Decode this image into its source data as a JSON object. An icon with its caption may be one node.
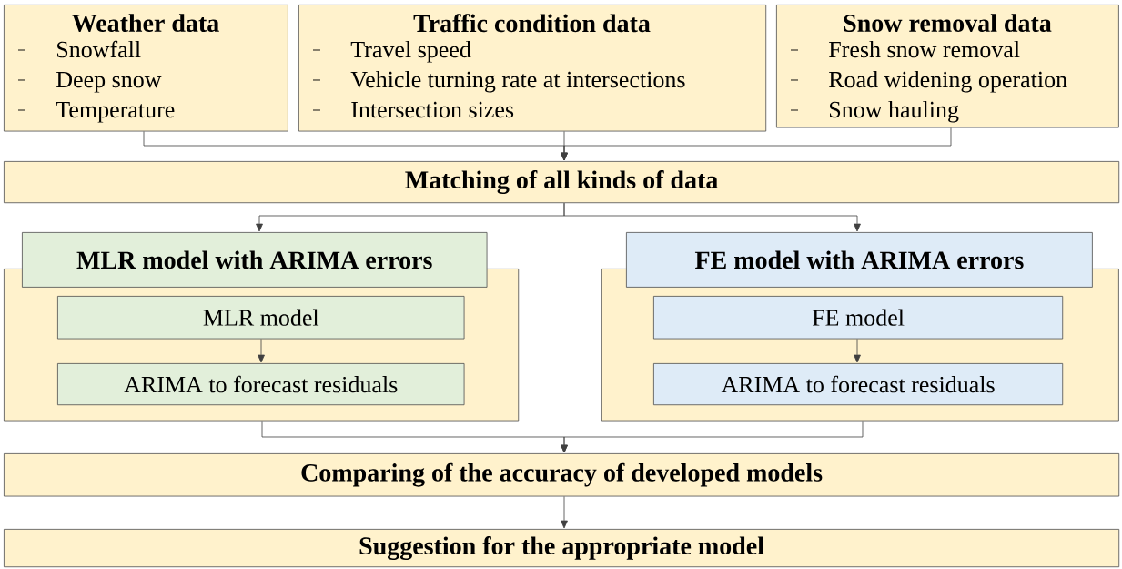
{
  "diagram": {
    "nodes": [
      {
        "text": [
          "Weather data",
          "Snowfall",
          "Deep snow",
          "Temperature"
        ]
      },
      {
        "text": [
          "Traffic condition data",
          "Travel speed",
          "Vehicle turning rate at intersections",
          "Intersection sizes"
        ]
      },
      {
        "text": [
          "Snow removal data",
          "Fresh snow removal",
          "Road widening operation",
          "Snow hauling"
        ]
      },
      {
        "text": [
          "Matching of all kinds of data"
        ]
      },
      {
        "text": [],
        "shape": "box"
      },
      {
        "text": [
          "MLR model with ARIMA errors"
        ]
      },
      {
        "text": [
          "MLR model"
        ],
        "in": 4
      },
      {
        "text": [
          "ARIMA to forecast residuals"
        ],
        "in": 4
      },
      {
        "text": [],
        "shape": "box"
      },
      {
        "text": [
          "FE model with ARIMA errors"
        ]
      },
      {
        "text": [
          "FE model"
        ],
        "in": 8
      },
      {
        "text": [
          "ARIMA to forecast residuals"
        ],
        "in": 8
      },
      {
        "text": [
          "Comparing of the accuracy of developed models"
        ]
      },
      {
        "text": [
          "Suggestion for the appropriate model"
        ]
      }
    ],
    "edges": [
      {
        "from": 0,
        "to": 3,
        "arrow": "to"
      },
      {
        "from": 1,
        "to": 3,
        "arrow": "to"
      },
      {
        "from": 2,
        "to": 3,
        "arrow": "to"
      },
      {
        "from": 3,
        "to": 5,
        "arrow": "to"
      },
      {
        "from": 3,
        "to": 9,
        "arrow": "to"
      },
      {
        "from": 6,
        "to": 7,
        "arrow": "to"
      },
      {
        "from": 10,
        "to": 11,
        "arrow": "to"
      },
      {
        "from": 4,
        "to": 12,
        "arrow": "to"
      },
      {
        "from": 8,
        "to": 12,
        "arrow": "to"
      },
      {
        "from": 12,
        "to": 13,
        "arrow": "to"
      }
    ]
  }
}
